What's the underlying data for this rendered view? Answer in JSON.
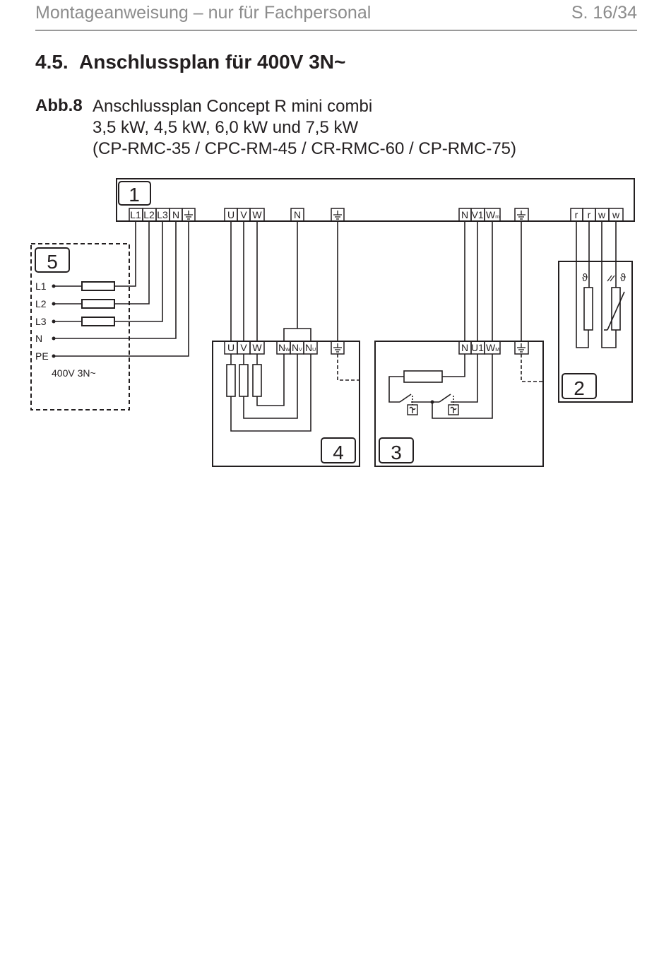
{
  "header": {
    "title": "Montageanweisung – nur für Fachpersonal",
    "page": "S. 16/34"
  },
  "section": {
    "number": "4.5.",
    "title": "Anschlussplan für 400V 3N~"
  },
  "figure": {
    "label": "Abb.8",
    "caption_lines": [
      "Anschlussplan Concept R mini combi",
      "3,5 kW, 4,5 kW, 6,0 kW und 7,5 kW",
      "(CP-RMC-35 / CPC-RM-45 / CR-RMC-60 / CP-RMC-75)"
    ]
  },
  "diagram": {
    "box_numbers": {
      "main": "1",
      "sensors": "2",
      "switch": "3",
      "heater": "4",
      "supply": "5"
    },
    "main_terminals": {
      "supply": [
        "L1",
        "L2",
        "L3",
        "N"
      ],
      "heater": [
        "U",
        "V",
        "W"
      ],
      "neutral": "N",
      "switch": [
        "N",
        "V1",
        "W"
      ],
      "switch_sub": "m",
      "sensors": [
        "r",
        "r",
        "w",
        "w"
      ]
    },
    "supply_lines": [
      "L1",
      "L2",
      "L3",
      "N",
      "PE"
    ],
    "supply_label": "400V 3N~",
    "heater_terminals": [
      "U",
      "V",
      "W"
    ],
    "heater_neutrals": [
      {
        "main": "N",
        "sub": "W"
      },
      {
        "main": "N",
        "sub": "V"
      },
      {
        "main": "N",
        "sub": "U"
      }
    ],
    "switch_terminals": [
      "N",
      "U1",
      "W"
    ],
    "switch_sub": "M",
    "sensor_symbol": "ϑ"
  }
}
